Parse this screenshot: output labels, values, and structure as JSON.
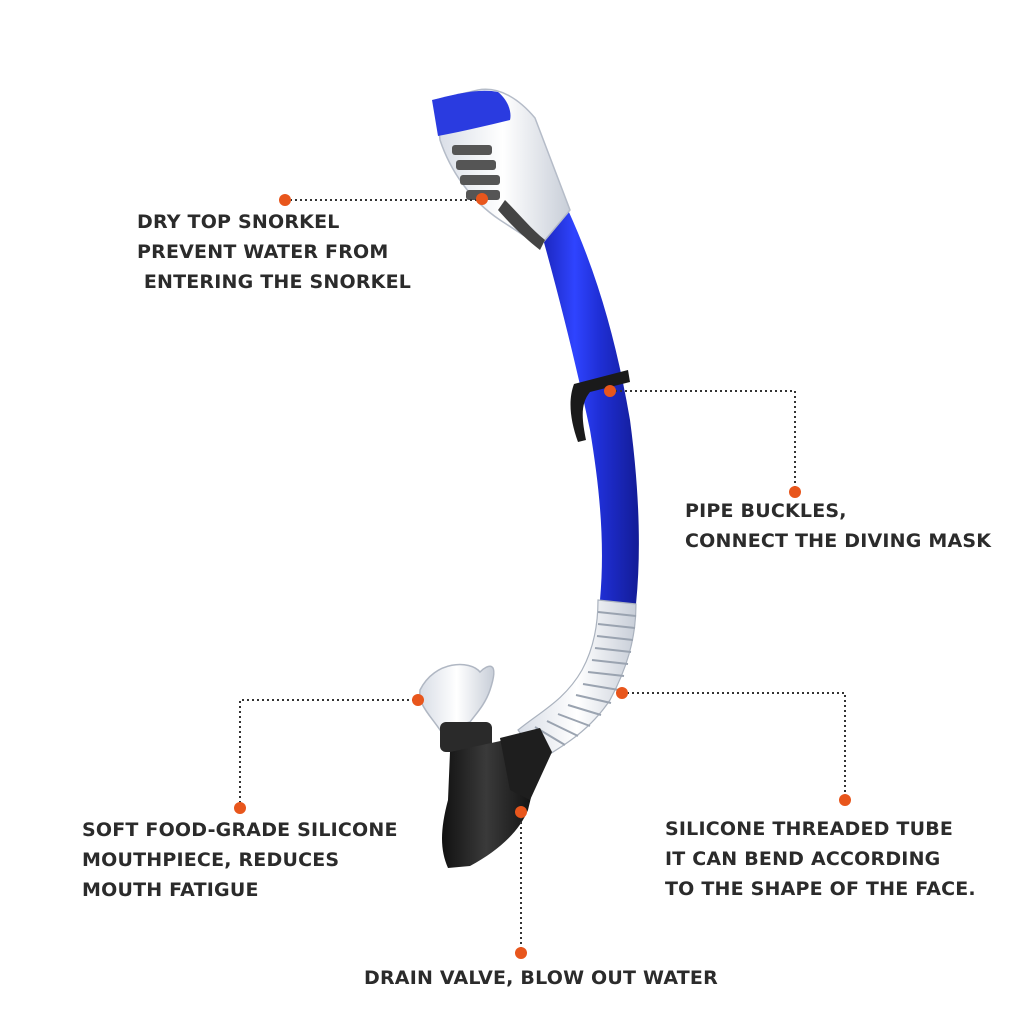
{
  "callouts": {
    "dry_top": {
      "lines": [
        "DRY TOP SNORKEL",
        "PREVENT WATER FROM",
        " ENTERING THE SNORKEL"
      ]
    },
    "pipe_buckles": {
      "lines": [
        "PIPE BUCKLES,",
        "CONNECT THE DIVING MASK"
      ]
    },
    "mouthpiece": {
      "lines": [
        "SOFT FOOD-GRADE SILICONE",
        "MOUTHPIECE, REDUCES",
        "MOUTH FATIGUE"
      ]
    },
    "threaded_tube": {
      "lines": [
        "SILICONE THREADED TUBE",
        "IT CAN BEND ACCORDING",
        "TO THE SHAPE OF THE FACE."
      ]
    },
    "drain_valve": {
      "lines": [
        "DRAIN VALVE, BLOW OUT WATER"
      ]
    }
  },
  "colors": {
    "tube_blue": "#1f2fd6",
    "text": "#2b2b2b",
    "dot": "#e8561c",
    "leader": "#333333"
  }
}
